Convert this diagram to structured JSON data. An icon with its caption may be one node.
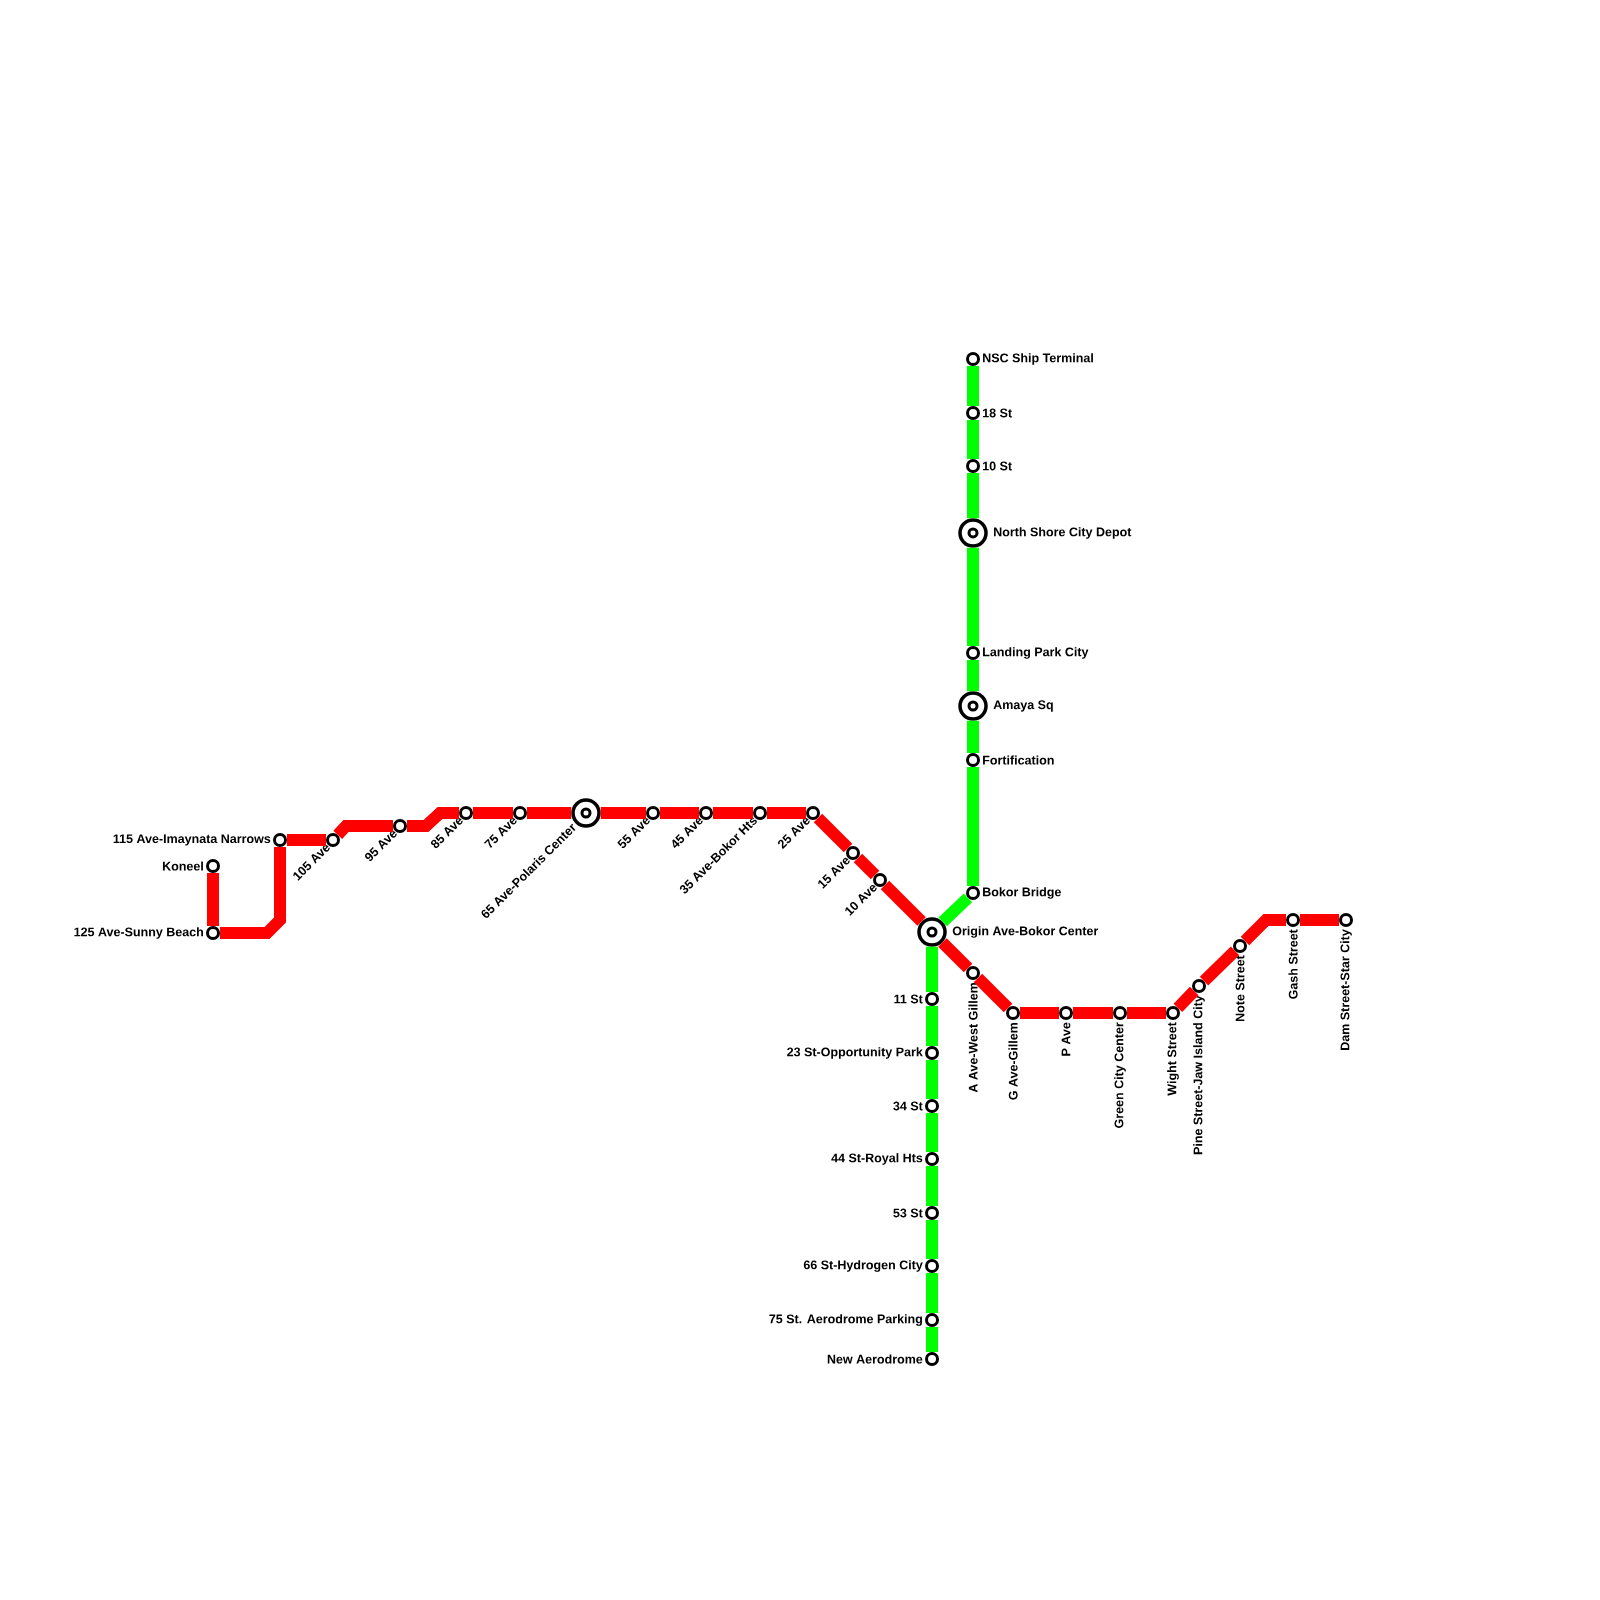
{
  "diagram": {
    "nodes": [
      {
        "text": [
          "Koneel"
        ]
      },
      {
        "text": [
          "125 Ave-Sunny Beach"
        ]
      },
      {
        "text": [
          "115 Ave-Imaynata Narrows"
        ]
      },
      {
        "text": [
          "105 Ave"
        ]
      },
      {
        "text": [
          "95 Ave"
        ]
      },
      {
        "text": [
          "85 Ave"
        ]
      },
      {
        "text": [
          "75 Ave"
        ]
      },
      {
        "text": [
          "65 Ave-Polaris Center"
        ]
      },
      {
        "text": [
          "55 Ave"
        ]
      },
      {
        "text": [
          "45 Ave"
        ]
      },
      {
        "text": [
          "35 Ave-Bokor Hts"
        ]
      },
      {
        "text": [
          "25 Ave"
        ]
      },
      {
        "text": [
          "15 Ave"
        ]
      },
      {
        "text": [
          "10 Ave"
        ]
      },
      {
        "text": [
          "Origin Ave-Bokor Center"
        ]
      },
      {
        "text": [
          "A Ave-West Gillem"
        ]
      },
      {
        "text": [
          "G Ave-Gillem"
        ]
      },
      {
        "text": [
          "P Ave"
        ]
      },
      {
        "text": [
          "Green City Center"
        ]
      },
      {
        "text": [
          "Wight Street"
        ]
      },
      {
        "text": [
          "Pine Street-Jaw Island City"
        ]
      },
      {
        "text": [
          "Note Street"
        ]
      },
      {
        "text": [
          "Gash Street"
        ]
      },
      {
        "text": [
          "Dam Street-Star City"
        ]
      },
      {
        "text": [
          "NSC Ship Terminal"
        ]
      },
      {
        "text": [
          "18 St"
        ]
      },
      {
        "text": [
          "10 St"
        ]
      },
      {
        "text": [
          "North Shore City Depot"
        ]
      },
      {
        "text": [
          "Landing Park City"
        ]
      },
      {
        "text": [
          "Amaya Sq"
        ]
      },
      {
        "text": [
          "Fortification"
        ]
      },
      {
        "text": [
          "Bokor Bridge"
        ]
      },
      {
        "text": [
          "11 St"
        ]
      },
      {
        "text": [
          "23 St-Opportunity Park"
        ]
      },
      {
        "text": [
          "34 St"
        ]
      },
      {
        "text": [
          "44 St-Royal Hts"
        ]
      },
      {
        "text": [
          "53 St"
        ]
      },
      {
        "text": [
          "66 St-Hydrogen City"
        ]
      },
      {
        "text": [
          "75 St. Aerodrome Parking"
        ]
      },
      {
        "text": [
          "New Aerodrome"
        ]
      }
    ],
    "edges": [
      {
        "from": 0,
        "to": 1,
        "arrow": "none",
        "color": "#ff0000"
      },
      {
        "from": 1,
        "to": 2,
        "arrow": "none",
        "color": "#ff0000"
      },
      {
        "from": 2,
        "to": 3,
        "arrow": "none",
        "color": "#ff0000"
      },
      {
        "from": 3,
        "to": 4,
        "arrow": "none",
        "color": "#ff0000"
      },
      {
        "from": 4,
        "to": 5,
        "arrow": "none",
        "color": "#ff0000"
      },
      {
        "from": 5,
        "to": 6,
        "arrow": "none",
        "color": "#ff0000"
      },
      {
        "from": 6,
        "to": 7,
        "arrow": "none",
        "color": "#ff0000"
      },
      {
        "from": 7,
        "to": 8,
        "arrow": "none",
        "color": "#ff0000"
      },
      {
        "from": 8,
        "to": 9,
        "arrow": "none",
        "color": "#ff0000"
      },
      {
        "from": 9,
        "to": 10,
        "arrow": "none",
        "color": "#ff0000"
      },
      {
        "from": 10,
        "to": 11,
        "arrow": "none",
        "color": "#ff0000"
      },
      {
        "from": 11,
        "to": 12,
        "arrow": "none",
        "color": "#ff0000"
      },
      {
        "from": 12,
        "to": 13,
        "arrow": "none",
        "color": "#ff0000"
      },
      {
        "from": 13,
        "to": 14,
        "arrow": "none",
        "color": "#ff0000"
      },
      {
        "from": 14,
        "to": 15,
        "arrow": "none",
        "color": "#ff0000"
      },
      {
        "from": 15,
        "to": 16,
        "arrow": "none",
        "color": "#ff0000"
      },
      {
        "from": 16,
        "to": 17,
        "arrow": "none",
        "color": "#ff0000"
      },
      {
        "from": 17,
        "to": 18,
        "arrow": "none",
        "color": "#ff0000"
      },
      {
        "from": 18,
        "to": 19,
        "arrow": "none",
        "color": "#ff0000"
      },
      {
        "from": 19,
        "to": 20,
        "arrow": "none",
        "color": "#ff0000"
      },
      {
        "from": 20,
        "to": 21,
        "arrow": "none",
        "color": "#ff0000"
      },
      {
        "from": 21,
        "to": 22,
        "arrow": "none",
        "color": "#ff0000"
      },
      {
        "from": 22,
        "to": 23,
        "arrow": "none",
        "color": "#ff0000"
      },
      {
        "from": 24,
        "to": 25,
        "arrow": "none",
        "color": "#00ff00"
      },
      {
        "from": 25,
        "to": 26,
        "arrow": "none",
        "color": "#00ff00"
      },
      {
        "from": 26,
        "to": 27,
        "arrow": "none",
        "color": "#00ff00"
      },
      {
        "from": 27,
        "to": 28,
        "arrow": "none",
        "color": "#00ff00"
      },
      {
        "from": 28,
        "to": 29,
        "arrow": "none",
        "color": "#00ff00"
      },
      {
        "from": 29,
        "to": 30,
        "arrow": "none",
        "color": "#00ff00"
      },
      {
        "from": 30,
        "to": 31,
        "arrow": "none",
        "color": "#00ff00"
      },
      {
        "from": 31,
        "to": 14,
        "arrow": "none",
        "color": "#00ff00"
      },
      {
        "from": 14,
        "to": 32,
        "arrow": "none",
        "color": "#00ff00"
      },
      {
        "from": 32,
        "to": 33,
        "arrow": "none",
        "color": "#00ff00"
      },
      {
        "from": 33,
        "to": 34,
        "arrow": "none",
        "color": "#00ff00"
      },
      {
        "from": 34,
        "to": 35,
        "arrow": "none",
        "color": "#00ff00"
      },
      {
        "from": 35,
        "to": 36,
        "arrow": "none",
        "color": "#00ff00"
      },
      {
        "from": 36,
        "to": 37,
        "arrow": "none",
        "color": "#00ff00"
      },
      {
        "from": 37,
        "to": 38,
        "arrow": "none",
        "color": "#00ff00"
      },
      {
        "from": 38,
        "to": 39,
        "arrow": "none",
        "color": "#00ff00"
      }
    ]
  }
}
